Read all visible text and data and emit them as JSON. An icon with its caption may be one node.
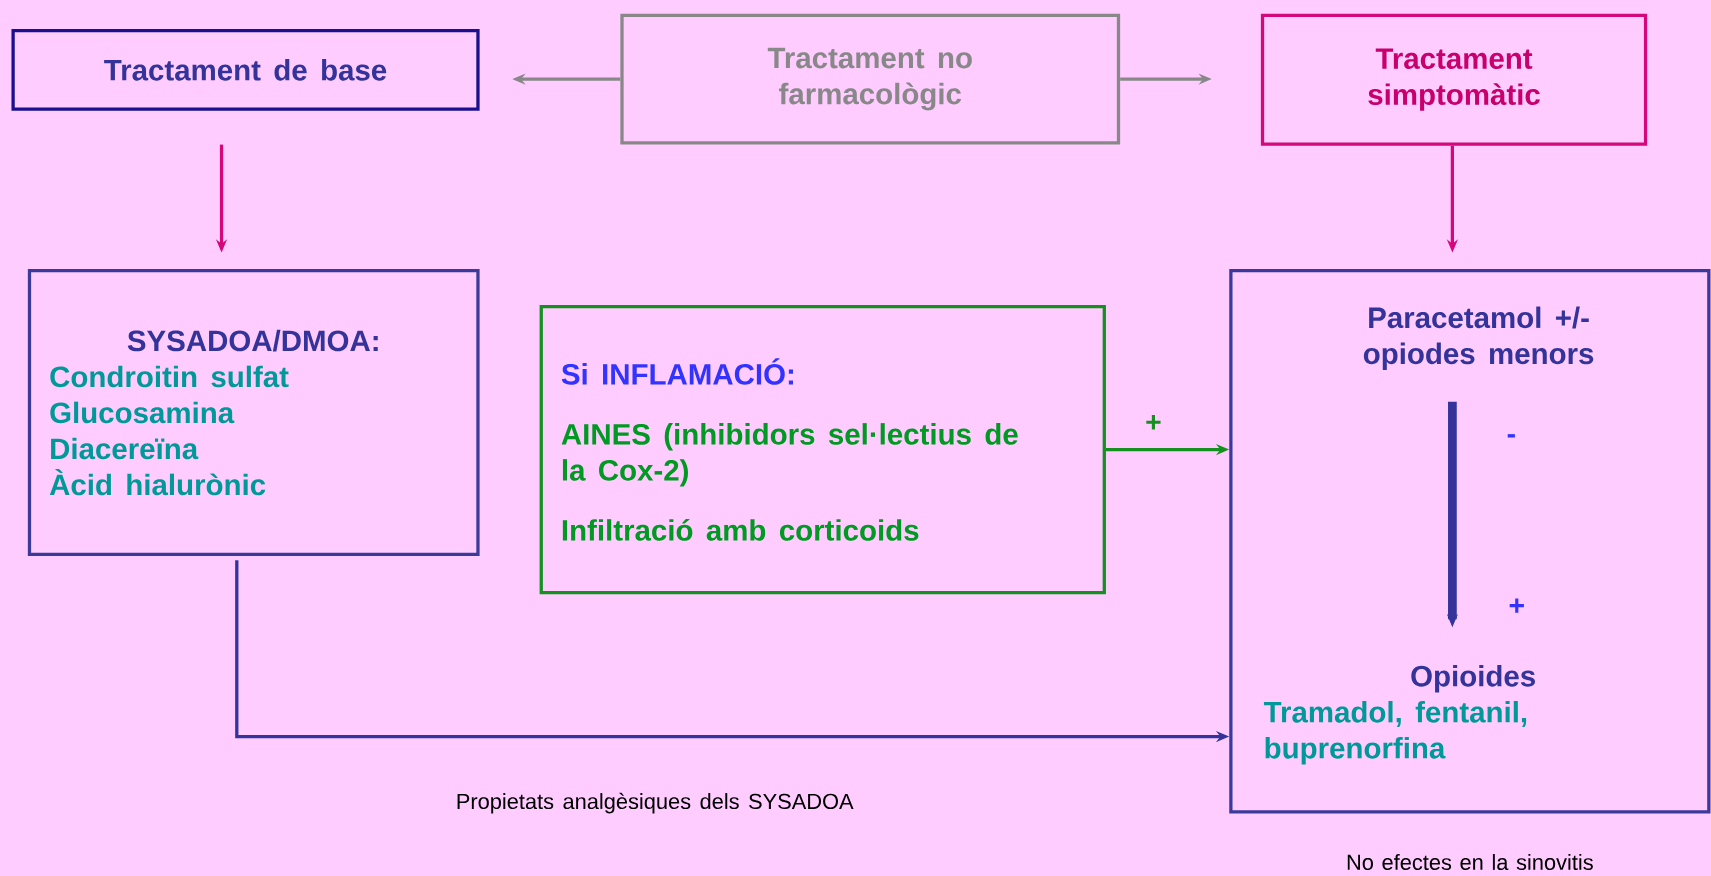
{
  "diagram": {
    "nodes": [
      {
        "text": [
          "Tractament de base"
        ]
      },
      {
        "text": [
          "Tractament no farmacològic"
        ]
      },
      {
        "text": [
          "Tractament simptomàtic"
        ]
      },
      {
        "text": [
          "SYSADOA/DMOA:",
          "Condroitin sulfat",
          "Glucosamina",
          "Diacereïna",
          "Àcid hialurònic"
        ]
      },
      {
        "text": [
          "Si INFLAMACIÓ:",
          "AINES (inhibidors sel·lectius de la Cox-2)",
          "Infiltració amb corticoids"
        ]
      },
      {
        "text": [],
        "shape": "box",
        "beside": [
          "No efectes en la sinovitis"
        ]
      },
      {
        "text": [
          "Paracetamol +/- opiodes menors"
        ],
        "in": 5
      },
      {
        "text": [
          "Opioides",
          "Tramadol, fentanil, buprenorfina"
        ],
        "in": 5
      }
    ],
    "edges": [
      {
        "from": 1,
        "to": 0,
        "arrow": "to",
        "color": "#888888"
      },
      {
        "from": 1,
        "to": 2,
        "arrow": "to",
        "color": "#888888"
      },
      {
        "from": 0,
        "to": 3,
        "arrow": "to",
        "color": "#d4087a"
      },
      {
        "from": 2,
        "to": 5,
        "arrow": "to",
        "color": "#d4087a"
      },
      {
        "from": 4,
        "to": 5,
        "arrow": "to",
        "label": "+",
        "color": "#14901f"
      },
      {
        "from": 3,
        "to": 5,
        "arrow": "to",
        "label": "Propietats analgèsiques dels SYSADOA",
        "color": "#333399"
      },
      {
        "from": 6,
        "to": 7,
        "arrow": "to",
        "style": "thick",
        "color": "#333399"
      }
    ],
    "labels": [
      "-",
      "+"
    ]
  }
}
